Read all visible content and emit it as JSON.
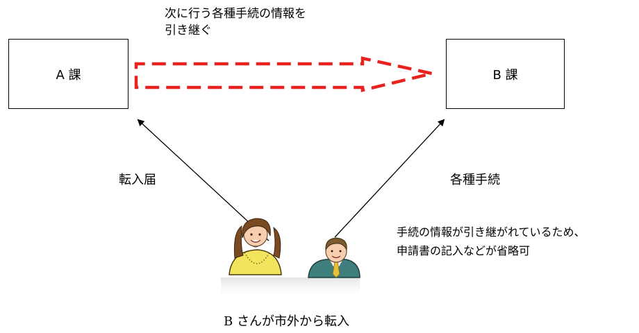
{
  "boxes": {
    "a_label": "A 課",
    "b_label": "B 課"
  },
  "handover_note": {
    "line1": "次に行う各種手続の情報を",
    "line2": "引き継ぐ"
  },
  "arrow_labels": {
    "left": "転入届",
    "right": "各種手続"
  },
  "omit_note": {
    "line1": "手続の情報が引き継がれているため、",
    "line2": "申請書の記入などが省略可"
  },
  "caption": "B さんが市外から転入",
  "colors": {
    "handover_arrow": "#e8231f",
    "lines": "#000000",
    "woman_hair": "#7a4a22",
    "woman_body": "#f2e45c",
    "man_hair": "#7a5a2e",
    "man_jacket": "#3e7f7d",
    "tie": "#e8c13a",
    "skin": "#f7cfae"
  }
}
